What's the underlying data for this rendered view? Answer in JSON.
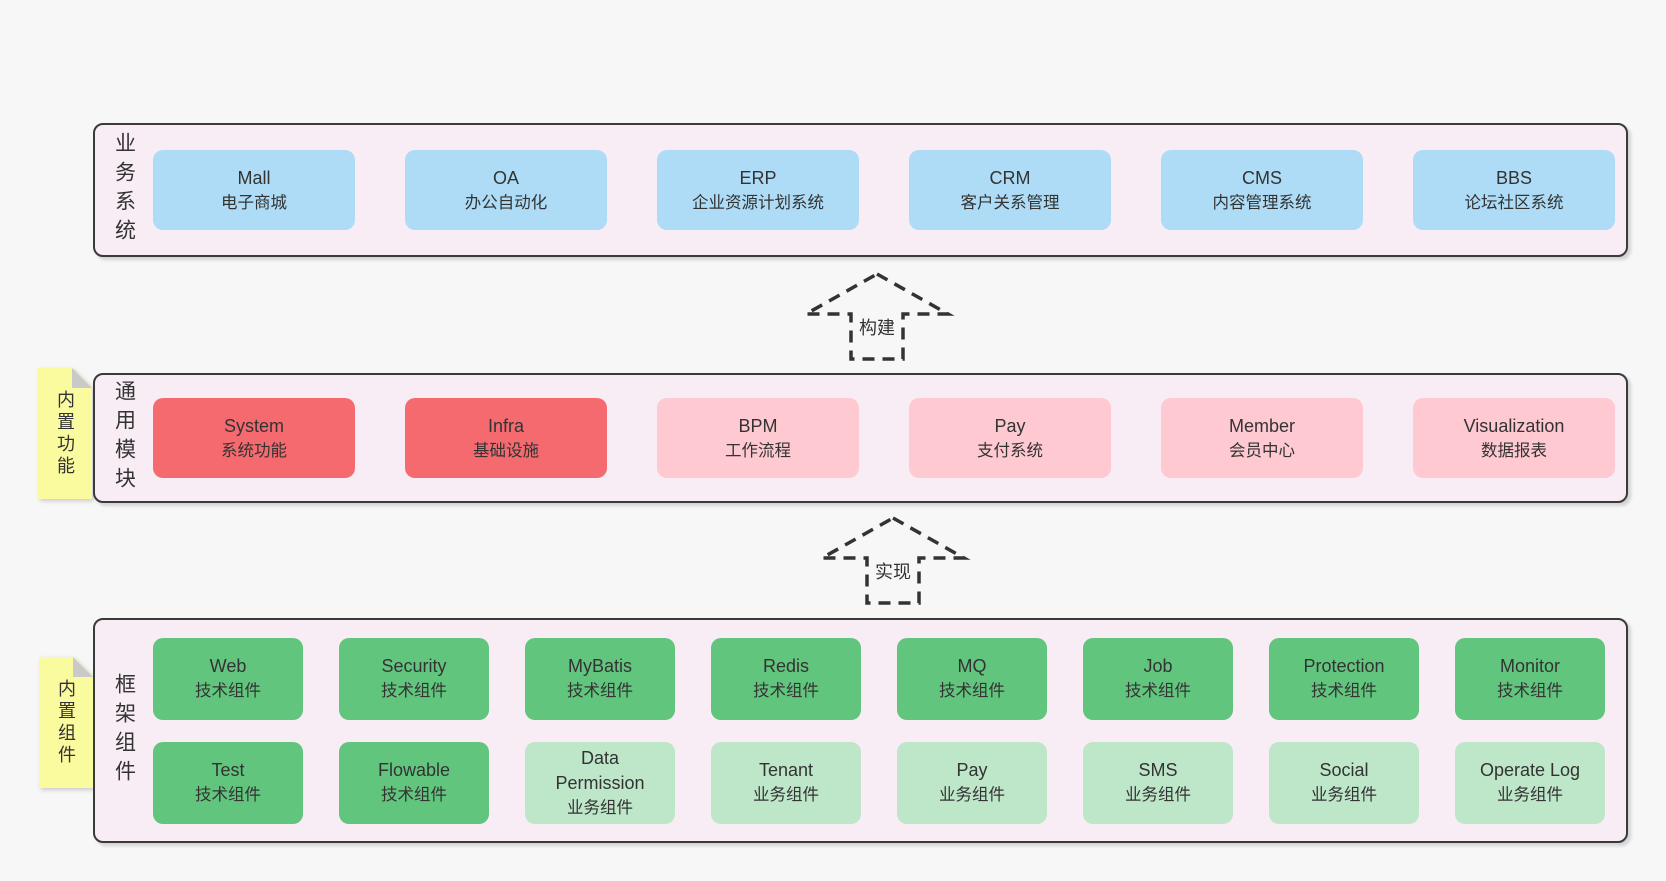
{
  "business": {
    "label": "业务系统",
    "items": [
      {
        "en": "Mall",
        "zh": "电子商城"
      },
      {
        "en": "OA",
        "zh": "办公自动化"
      },
      {
        "en": "ERP",
        "zh": "企业资源计划系统"
      },
      {
        "en": "CRM",
        "zh": "客户关系管理"
      },
      {
        "en": "CMS",
        "zh": "内容管理系统"
      },
      {
        "en": "BBS",
        "zh": "论坛社区系统"
      }
    ]
  },
  "arrows": {
    "build": {
      "label": "构建"
    },
    "implement": {
      "label": "实现"
    }
  },
  "modules": {
    "label": "通用模块",
    "note": "内置功能",
    "items": [
      {
        "en": "System",
        "zh": "系统功能"
      },
      {
        "en": "Infra",
        "zh": "基础设施"
      },
      {
        "en": "BPM",
        "zh": "工作流程"
      },
      {
        "en": "Pay",
        "zh": "支付系统"
      },
      {
        "en": "Member",
        "zh": "会员中心"
      },
      {
        "en": "Visualization",
        "zh": "数据报表"
      }
    ]
  },
  "framework": {
    "label": "框架组件",
    "note": "内置组件",
    "row1": [
      {
        "en": "Web",
        "zh": "技术组件"
      },
      {
        "en": "Security",
        "zh": "技术组件"
      },
      {
        "en": "MyBatis",
        "zh": "技术组件"
      },
      {
        "en": "Redis",
        "zh": "技术组件"
      },
      {
        "en": "MQ",
        "zh": "技术组件"
      },
      {
        "en": "Job",
        "zh": "技术组件"
      },
      {
        "en": "Protection",
        "zh": "技术组件"
      },
      {
        "en": "Monitor",
        "zh": "技术组件"
      }
    ],
    "row2": [
      {
        "en": "Test",
        "zh": "技术组件"
      },
      {
        "en": "Flowable",
        "zh": "技术组件"
      },
      {
        "en": "Data Permission",
        "zh": "业务组件"
      },
      {
        "en": "Tenant",
        "zh": "业务组件"
      },
      {
        "en": "Pay",
        "zh": "业务组件"
      },
      {
        "en": "SMS",
        "zh": "业务组件"
      },
      {
        "en": "Social",
        "zh": "业务组件"
      },
      {
        "en": "Operate Log",
        "zh": "业务组件"
      }
    ]
  },
  "colors": {
    "page_bg": "#f7f7f7",
    "panel_bg": "#f8edf5",
    "panel_border": "#3a3a3a",
    "blue": "#aedcf6",
    "red": "#f56a6e",
    "pink": "#fec9d1",
    "green_dark": "#62c57d",
    "green_light": "#bee6c9",
    "note_yellow": "#fafa9e",
    "note_fold": "#c9c9c9",
    "text": "#333333",
    "arrow": "#333333"
  }
}
